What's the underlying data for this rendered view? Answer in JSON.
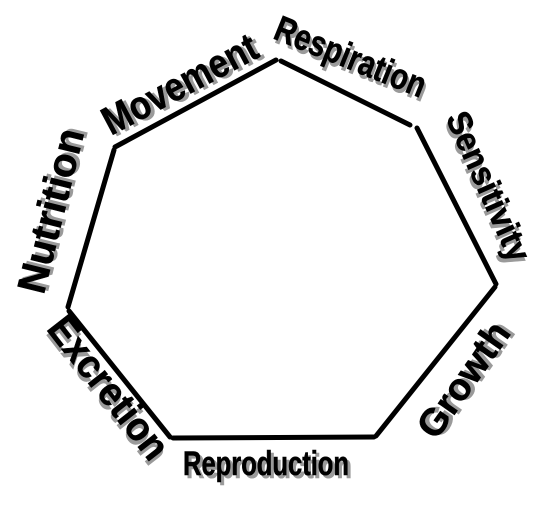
{
  "diagram": {
    "labels": {
      "movement": "Movement",
      "respiration": "Respiration",
      "sensitivity": "Sensitivity",
      "growth": "Growth",
      "reproduction": "Reproduction",
      "excretion": "Excretion",
      "nutrition": "Nutrition"
    },
    "colors": {
      "outline": "#000000",
      "text": "#000000",
      "shadow": "#9a9a9a",
      "background": "#ffffff"
    }
  }
}
